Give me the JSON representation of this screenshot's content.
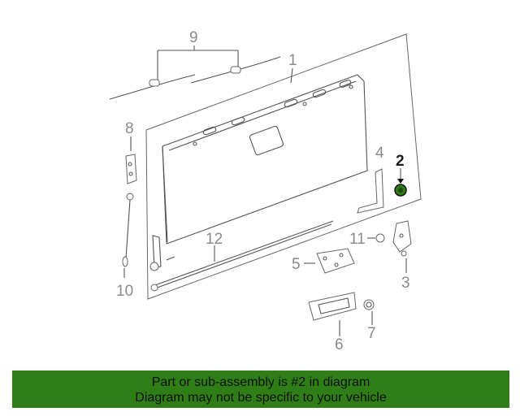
{
  "diagram": {
    "highlight_color": "#2e7d16",
    "callouts": {
      "c1": "1",
      "c2": "2",
      "c3": "3",
      "c4": "4",
      "c5": "5",
      "c6": "6",
      "c7": "7",
      "c8": "8",
      "c9": "9",
      "c10": "10",
      "c11": "11",
      "c12": "12"
    },
    "highlighted_part": "2"
  },
  "banner": {
    "line1": "Part or sub-assembly is #2 in diagram",
    "line2": "Diagram may not be specific to your vehicle",
    "background": "#2e7d16"
  }
}
